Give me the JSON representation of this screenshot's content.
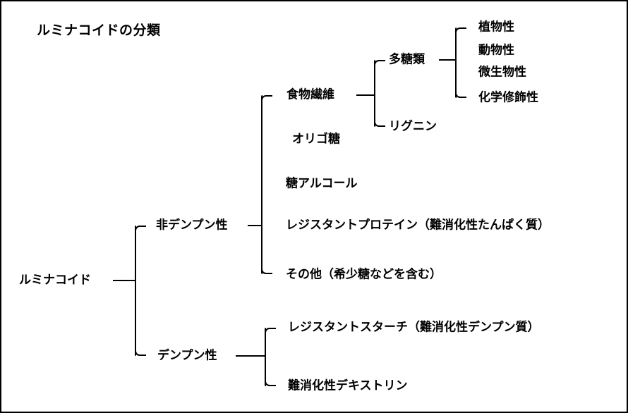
{
  "diagram": {
    "title": "ルミナコイドの分類",
    "root": {
      "label": "ルミナコイド"
    },
    "level2": [
      {
        "label": "非デンプン性"
      },
      {
        "label": "デンプン性"
      }
    ],
    "non_starch_children": [
      {
        "label": "食物繊維"
      },
      {
        "label": "オリゴ糖"
      },
      {
        "label": "糖アルコール"
      },
      {
        "label": "レジスタントプロテイン（難消化性たんぱく質）"
      },
      {
        "label": "その他（希少糖などを含む）"
      }
    ],
    "dietary_fiber_children": [
      {
        "label": "多糖類"
      },
      {
        "label": "リグニン"
      }
    ],
    "polysaccharide_children": [
      {
        "label": "植物性"
      },
      {
        "label": "動物性"
      },
      {
        "label": "微生物性"
      },
      {
        "label": "化学修飾性"
      }
    ],
    "starch_children": [
      {
        "label": "レジスタントスターチ（難消化性デンプン質）"
      },
      {
        "label": "難消化性デキストリン"
      }
    ],
    "colors": {
      "line": "#000000",
      "text": "#000000",
      "background": "#ffffff",
      "border": "#000000"
    }
  }
}
